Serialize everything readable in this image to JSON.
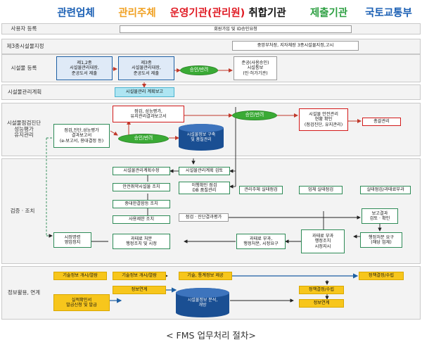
{
  "columns": [
    {
      "label": "관련업체",
      "color": "#1a5fb4"
    },
    {
      "label": "관리주체",
      "color": "#f0a020"
    },
    {
      "label": "운영기관(관리원)",
      "color": "#e01b24"
    },
    {
      "label": "취합기관",
      "color": "#111111"
    },
    {
      "label": "제출기관",
      "color": "#2ea043"
    },
    {
      "label": "국토교통부",
      "color": "#1a5fb4"
    }
  ],
  "lanes": {
    "user_reg": "사용자 등록",
    "class3": "제3종시설물지정",
    "facility_reg": "시설물 등록",
    "facility_plan": "시설물관리계획",
    "inspection": "시설물점검진단\n성능평가\n유지관리",
    "review": "검증 · 조치",
    "info": "정보활용, 연계"
  },
  "boxes": {
    "signup": "회원가입 및 ID승인요청",
    "designate": "중앙부처장, 지자체장 3종시설물지정,고시",
    "class12": "제1,2종\n시설물관리대장,\n준공도서 제출",
    "class3_box": "제3종\n시설물관리대장,\n준공도서 제출",
    "approve": "승인/반려",
    "confirm": "준공(사용승인)\n시설통보\n(인·허가기관)",
    "plan_report": "시설물관리 계획보고",
    "insp_report": "점검, 성능평가,\n유지관리결과보고서",
    "approve2": "승인/반려",
    "safety": "시설물 안전관리\n현황 확인\n(점검진단, 유지관리)",
    "general": "총괄관리",
    "insp_submit": "점검,진단,성능평가\n결과보고서\n(e-보고서, 용대결정 등)",
    "approve3": "승인/반려",
    "db_build": "시설물정보 구축\n및 품질관리",
    "plan_fix": "시설물관리계획수정",
    "plan_review": "시설물관리계획 검토",
    "safety_action": "안전취약시설물 조치",
    "history_check": "이행확인 점검\nDB 품질관리",
    "owner_check": "관리주체 실태점검",
    "biz_check": "업체 실태점검",
    "penalty_main": "실태점검/과태료부과",
    "major_flaw": "중대한결함등 조치",
    "use_limit": "사용제한 조치",
    "insp_eval": "점검 · 진단결과평가",
    "report_result": "보고결과\n검토 · 확인",
    "penalty_action": "과태료 처분\n행정조치 및 시정",
    "penalty_req": "과태료 부과,\n행정처분, 시정요구",
    "penalty_notice": "과태료 부과\n행정조치\n시정지시",
    "admin_req": "행정처분 요구\n(해당 업체)",
    "biz_penalty": "시정명령\n영업정지",
    "tech1": "기술정보 개시/열람",
    "tech2": "기술정보 개시/열람",
    "tech_stat": "기술, 통계정보 제공",
    "policy1": "정책결정/수립",
    "info_link1": "정보연계",
    "analysis": "시설물정보 분석,\n개방",
    "policy2": "정책결정/수립",
    "info_link2": "정보연계",
    "perf_apply": "실적확인서\n발급신청 및 발급"
  },
  "caption": "< FMS 업무처리 절차>"
}
